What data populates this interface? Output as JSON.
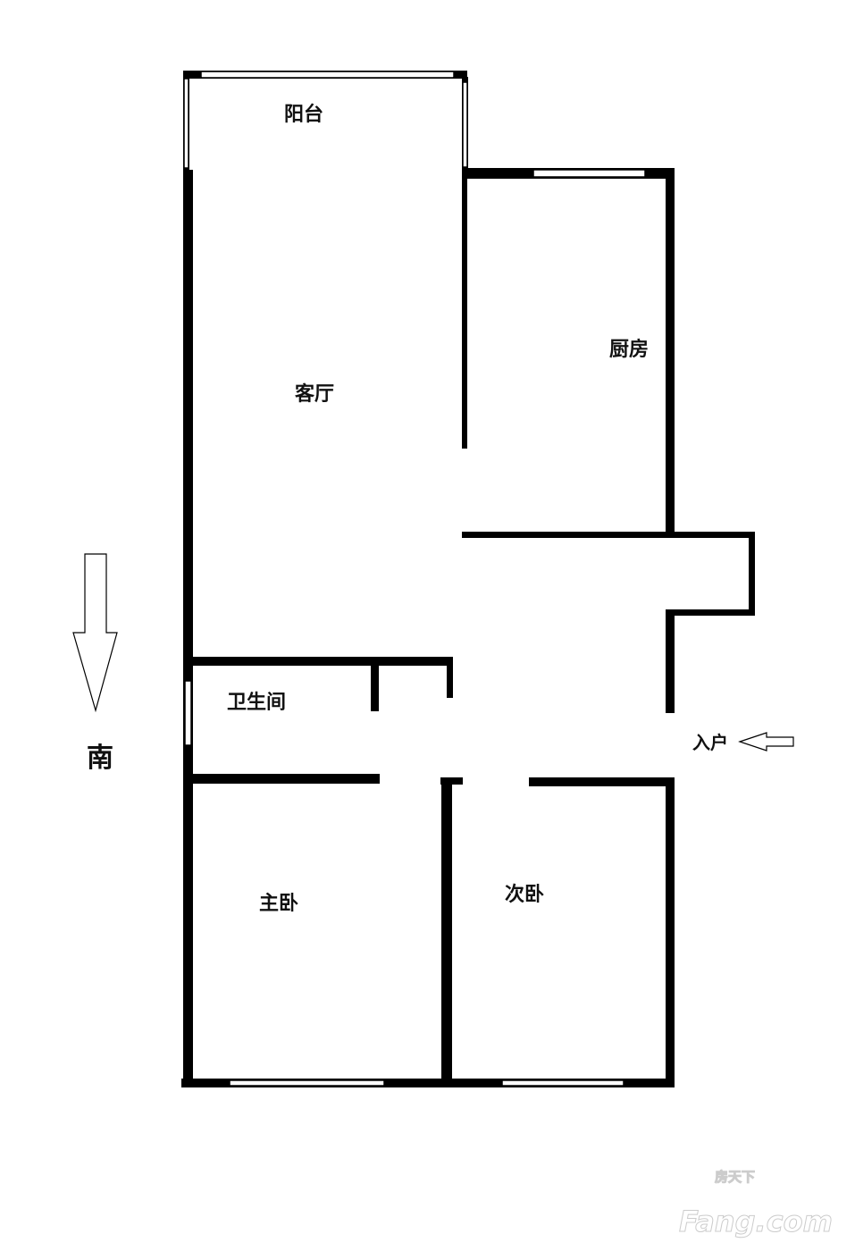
{
  "rooms": {
    "balcony": "阳台",
    "kitchen": "厨房",
    "living_room": "客厅",
    "bathroom": "卫生间",
    "master_bedroom": "主卧",
    "second_bedroom": "次卧"
  },
  "compass": {
    "label": "南",
    "icon": "arrow-down-icon"
  },
  "entrance": {
    "label": "入户",
    "icon": "arrow-left-icon"
  },
  "watermark": {
    "brand_cn": "房天下",
    "brand_en": "Fang.com"
  },
  "colors": {
    "wall": "#000000",
    "window_fill": "#ffffff"
  }
}
